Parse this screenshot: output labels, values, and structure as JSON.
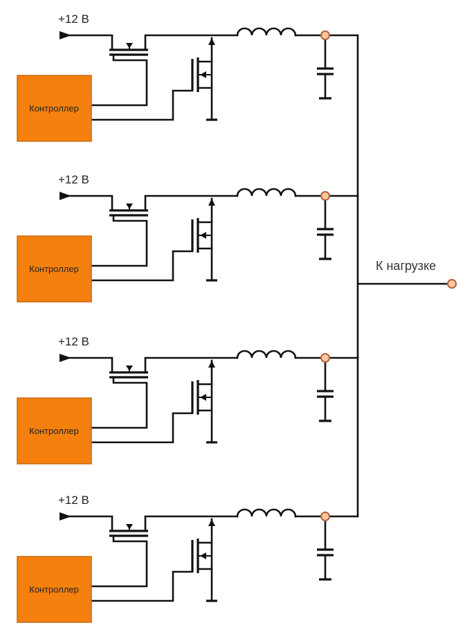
{
  "colors": {
    "controller_fill": "#F5800E",
    "controller_border": "#C46A10",
    "node_fill": "#F7C7A3",
    "node_stroke": "#B5603A",
    "wire": "#111111"
  },
  "phases": [
    {
      "supply_label": "+12 В",
      "controller_label": "Контроллер"
    },
    {
      "supply_label": "+12 В",
      "controller_label": "Контроллер"
    },
    {
      "supply_label": "+12 В",
      "controller_label": "Контроллер"
    },
    {
      "supply_label": "+12 В",
      "controller_label": "Контроллер"
    }
  ],
  "output": {
    "label": "К нагрузке"
  }
}
